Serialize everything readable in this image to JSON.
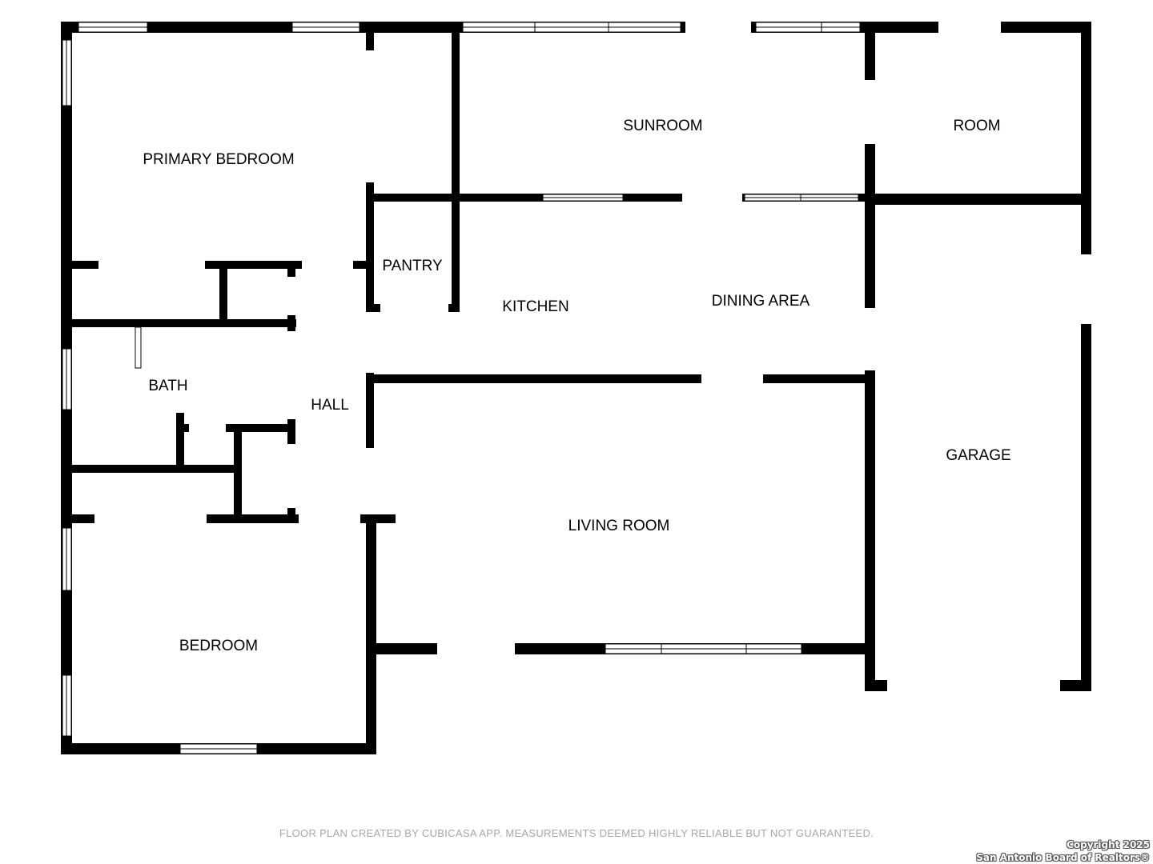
{
  "rooms": {
    "primary_bedroom": "PRIMARY BEDROOM",
    "sunroom": "SUNROOM",
    "room": "ROOM",
    "pantry": "PANTRY",
    "kitchen": "KITCHEN",
    "dining_area": "DINING AREA",
    "bath": "BATH",
    "hall": "HALL",
    "garage": "GARAGE",
    "living_room": "LIVING ROOM",
    "bedroom": "BEDROOM"
  },
  "footer": {
    "disclaimer": "FLOOR PLAN CREATED BY CUBICASA APP. MEASUREMENTS DEEMED HIGHLY RELIABLE BUT NOT GUARANTEED.",
    "copyright_line1": "Copyright 2025",
    "copyright_line2": "San Antonio Board of Realtors®"
  }
}
